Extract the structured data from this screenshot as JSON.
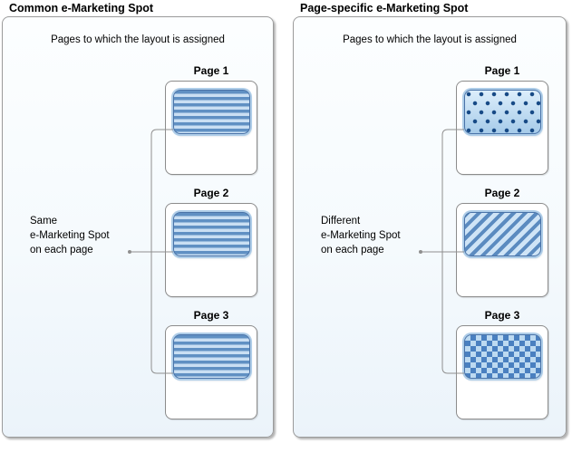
{
  "panels": [
    {
      "id": "common",
      "title": "Common e-Marketing Spot",
      "heading": "Pages to which the layout is assigned",
      "side_note": "Same\ne-Marketing Spot\non each page",
      "pages": [
        {
          "label": "Page 1",
          "pattern": "horizontal-stripes"
        },
        {
          "label": "Page 2",
          "pattern": "horizontal-stripes"
        },
        {
          "label": "Page 3",
          "pattern": "horizontal-stripes"
        }
      ]
    },
    {
      "id": "page-specific",
      "title": "Page-specific e-Marketing Spot",
      "heading": "Pages to which the layout is assigned",
      "side_note": "Different\ne-Marketing Spot\non each page",
      "pages": [
        {
          "label": "Page 1",
          "pattern": "dots"
        },
        {
          "label": "Page 2",
          "pattern": "diagonal-stripes"
        },
        {
          "label": "Page 3",
          "pattern": "checkerboard"
        }
      ]
    }
  ],
  "colors": {
    "spot_dark_blue": "#6090c3",
    "spot_light_blue": "#cadff3",
    "dot_navy": "#174a86",
    "spot_border_blue": "#4a73a8",
    "spot_outer_ring": "#aecde8",
    "panel_border_gray": "#9b9b9b",
    "page_box_border_gray": "#8c8c8c",
    "connector_gray": "#8f8f8f",
    "panel_background_bottom": "#ebf3fa"
  }
}
